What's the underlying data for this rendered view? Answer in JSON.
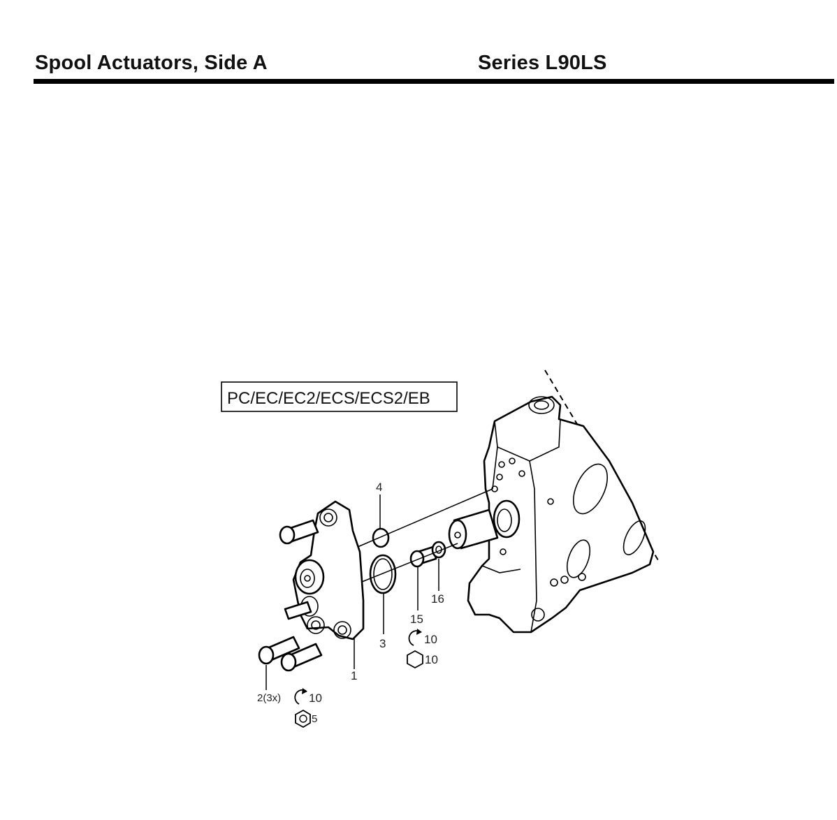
{
  "header": {
    "title": "Spool Actuators, Side A",
    "series": "Series L90LS"
  },
  "diagram": {
    "variant_box": "PC/EC/EC2/ECS/ECS2/EB",
    "callouts": {
      "part_1": "1",
      "part_2": "2(3x)",
      "part_3": "3",
      "part_4": "4",
      "part_15": "15",
      "part_16": "16",
      "torque_2": "10",
      "hex_2": "5",
      "torque_15": "10",
      "hex_15": "10"
    }
  }
}
